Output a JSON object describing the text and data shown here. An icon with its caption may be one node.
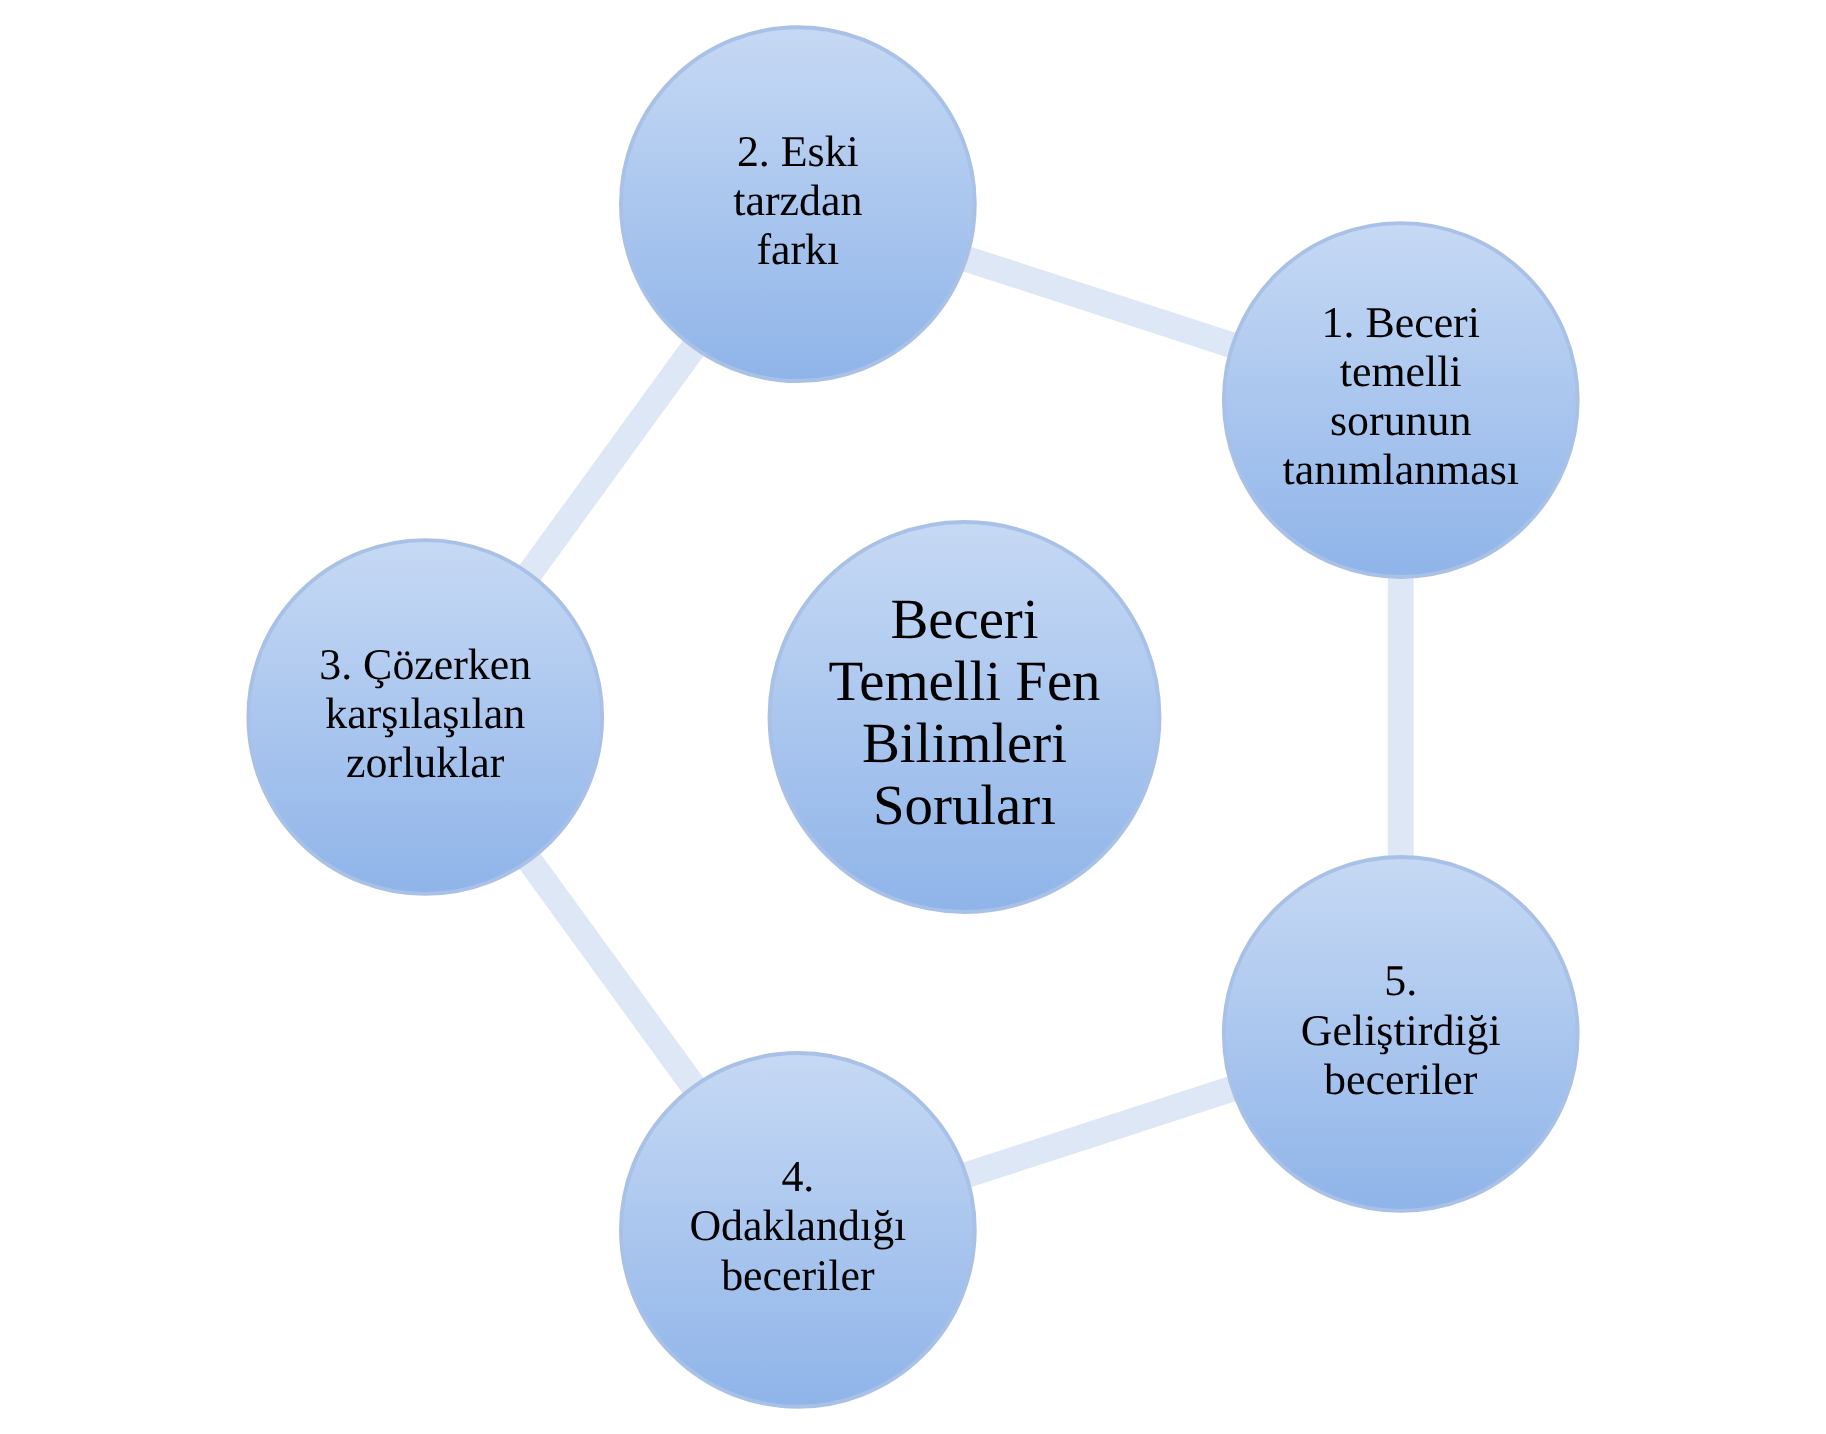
{
  "diagram": {
    "nodes": [
      {
        "text": [
          "1. Beceri temelli sorunun tanımlanması"
        ]
      },
      {
        "text": [
          "2. Eski tarzdan farkı"
        ]
      },
      {
        "text": [
          "3. Çözerken karşılaşılan zorluklar"
        ]
      },
      {
        "text": [
          "4. Odaklandığı beceriler"
        ]
      },
      {
        "text": [
          "5. Geliştirdiği beceriler"
        ]
      },
      {
        "text": [
          "Beceri Temelli Fen Bilimleri Soruları"
        ]
      }
    ],
    "edges": [
      {
        "from": 0,
        "to": 1,
        "arrow": "none"
      },
      {
        "from": 1,
        "to": 2,
        "arrow": "none"
      },
      {
        "from": 2,
        "to": 3,
        "arrow": "none"
      },
      {
        "from": 3,
        "to": 4,
        "arrow": "none"
      },
      {
        "from": 4,
        "to": 0,
        "arrow": "none"
      }
    ]
  }
}
